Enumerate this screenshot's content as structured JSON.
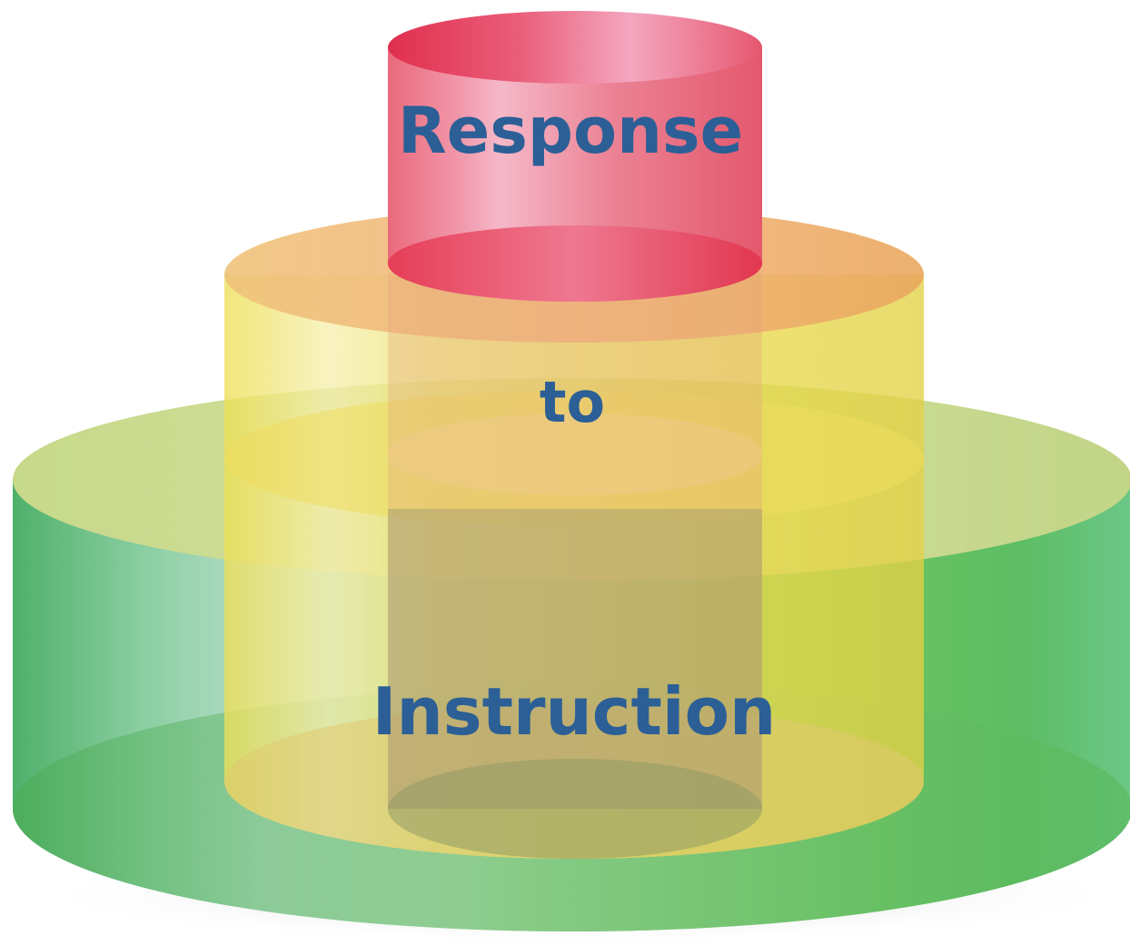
{
  "diagram": {
    "tiers": [
      {
        "id": "top",
        "label": "Response",
        "color": "#e8445f"
      },
      {
        "id": "middle",
        "label": "to",
        "color": "#ecd84a"
      },
      {
        "id": "bottom",
        "label": "Instruction",
        "color": "#5cbf63"
      }
    ],
    "label_color": "#2b5f96"
  }
}
